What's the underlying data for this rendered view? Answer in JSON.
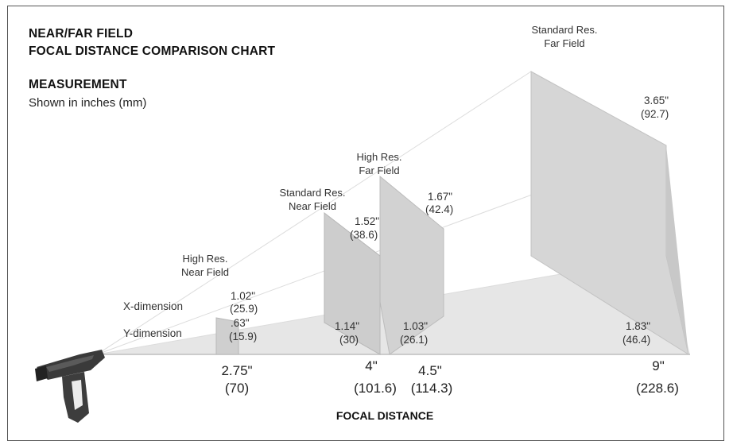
{
  "header": {
    "title_line1": "NEAR/FAR FIELD",
    "title_line2": "FOCAL DISTANCE COMPARISON CHART",
    "measurement_heading": "MEASUREMENT",
    "measurement_note": "Shown in inches (mm)"
  },
  "fields": [
    {
      "name_line1": "High Res.",
      "name_line2": "Near Field",
      "x_dim": "1.02\"",
      "x_dim_mm": "(25.9)",
      "y_dim": ".63\"",
      "y_dim_mm": "(15.9)",
      "distance": "2.75\"",
      "distance_mm": "(70)"
    },
    {
      "name_line1": "Standard Res.",
      "name_line2": "Near Field",
      "x_dim": "1.52\"",
      "x_dim_mm": "(38.6)",
      "y_dim": "1.14\"",
      "y_dim_mm": "(30)",
      "distance": "4\"",
      "distance_mm": "(101.6)"
    },
    {
      "name_line1": "High Res.",
      "name_line2": "Far Field",
      "x_dim": "1.67\"",
      "x_dim_mm": "(42.4)",
      "y_dim": "1.03\"",
      "y_dim_mm": "(26.1)",
      "distance": "4.5\"",
      "distance_mm": "(114.3)"
    },
    {
      "name_line1": "Standard Res.",
      "name_line2": "Far Field",
      "x_dim": "3.65\"",
      "x_dim_mm": "(92.7)",
      "y_dim": "1.83\"",
      "y_dim_mm": "(46.4)",
      "distance": "9\"",
      "distance_mm": "(228.6)"
    }
  ],
  "legend": {
    "x_dimension": "X-dimension",
    "y_dimension": "Y-dimension"
  },
  "axis_label": "FOCAL DISTANCE",
  "colors": {
    "frame": "#555555",
    "plane_fill": "#d6d6d6",
    "plane_dark": "#bdbdbd",
    "floor_fill": "#e6e6e6",
    "scanner_body": "#3a3a3a"
  },
  "icons": {
    "scanner": "handheld-barcode-scanner-icon"
  }
}
